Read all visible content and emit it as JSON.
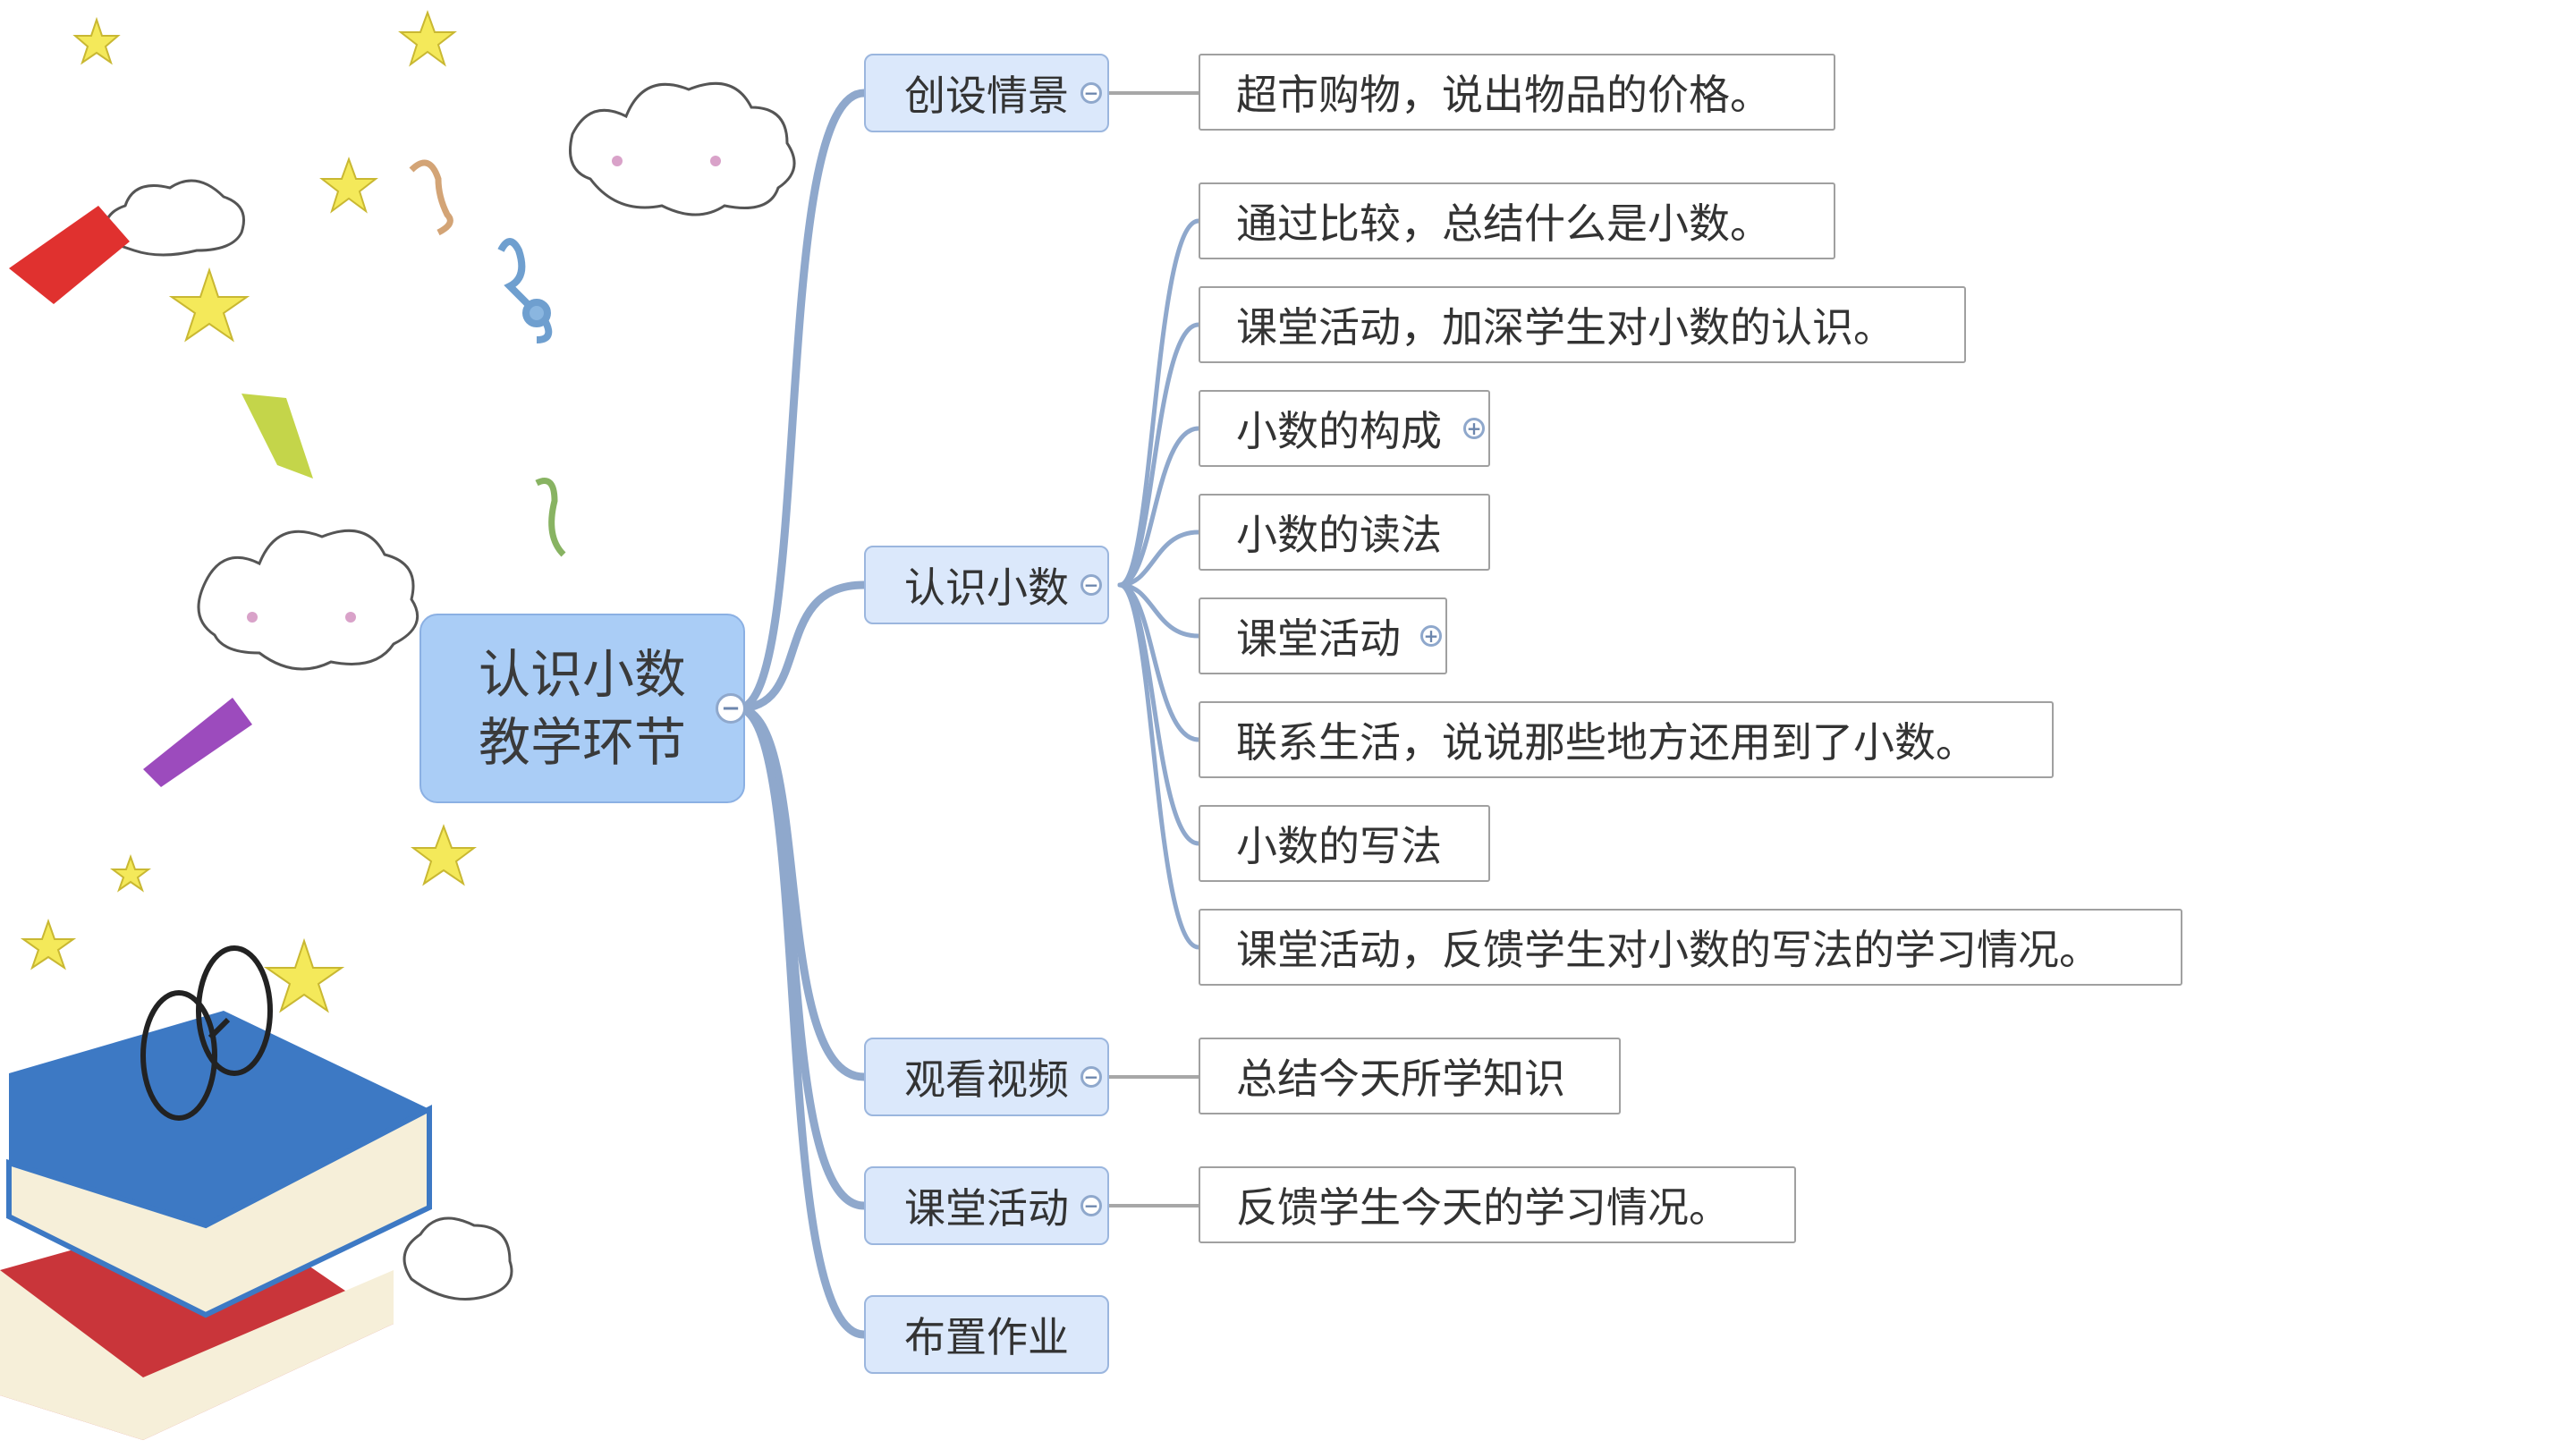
{
  "mindmap": {
    "root": {
      "line1": "认识小数",
      "line2": "教学环节"
    },
    "branches": [
      {
        "label": "创设情景",
        "leaves": [
          "超市购物，说出物品的价格。"
        ]
      },
      {
        "label": "认识小数",
        "leaves": [
          "通过比较，总结什么是小数。",
          "课堂活动，加深学生对小数的认识。",
          "小数的构成",
          "小数的读法",
          "课堂活动",
          "联系生活，说说那些地方还用到了小数。",
          "小数的写法",
          "课堂活动，反馈学生对小数的写法的学习情况。"
        ]
      },
      {
        "label": "观看视频",
        "leaves": [
          "总结今天所学知识"
        ]
      },
      {
        "label": "课堂活动",
        "leaves": [
          "反馈学生今天的学习情况。"
        ]
      },
      {
        "label": "布置作业",
        "leaves": []
      }
    ],
    "toggle_symbols": {
      "collapse": "−",
      "expand": "+"
    }
  },
  "colors": {
    "connector": "#8fa8cc",
    "leaf_connector": "#a7a7a7",
    "root_fill": "#aacdf6",
    "branch_fill": "#dbe8fb"
  },
  "icons": [
    "star-icon",
    "cloud-icon",
    "book-icon",
    "music-note-icon",
    "glasses-icon",
    "leaf-icon"
  ]
}
